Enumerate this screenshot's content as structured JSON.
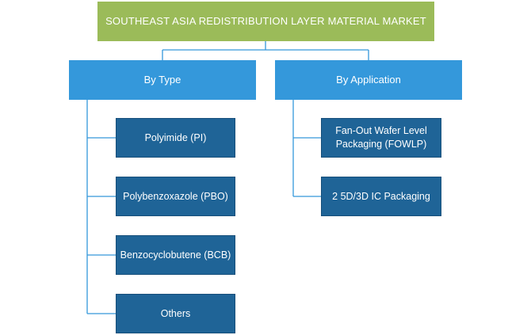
{
  "diagram": {
    "root": {
      "label": "SOUTHEAST ASIA REDISTRIBUTION LAYER MATERIAL MARKET",
      "color": "#9bbb59"
    },
    "categories": [
      {
        "label": "By Type",
        "color": "#3498db",
        "items": [
          "Polyimide (PI)",
          "Polybenzoxazole (PBO)",
          "Benzocyclobutene (BCB)",
          "Others"
        ]
      },
      {
        "label": "By Application",
        "color": "#3498db",
        "items": [
          "Fan-Out Wafer Level Packaging (FOWLP)",
          "2 5D/3D IC Packaging"
        ]
      }
    ],
    "leaf_color": "#1f6497",
    "connector_color": "#3498db"
  }
}
